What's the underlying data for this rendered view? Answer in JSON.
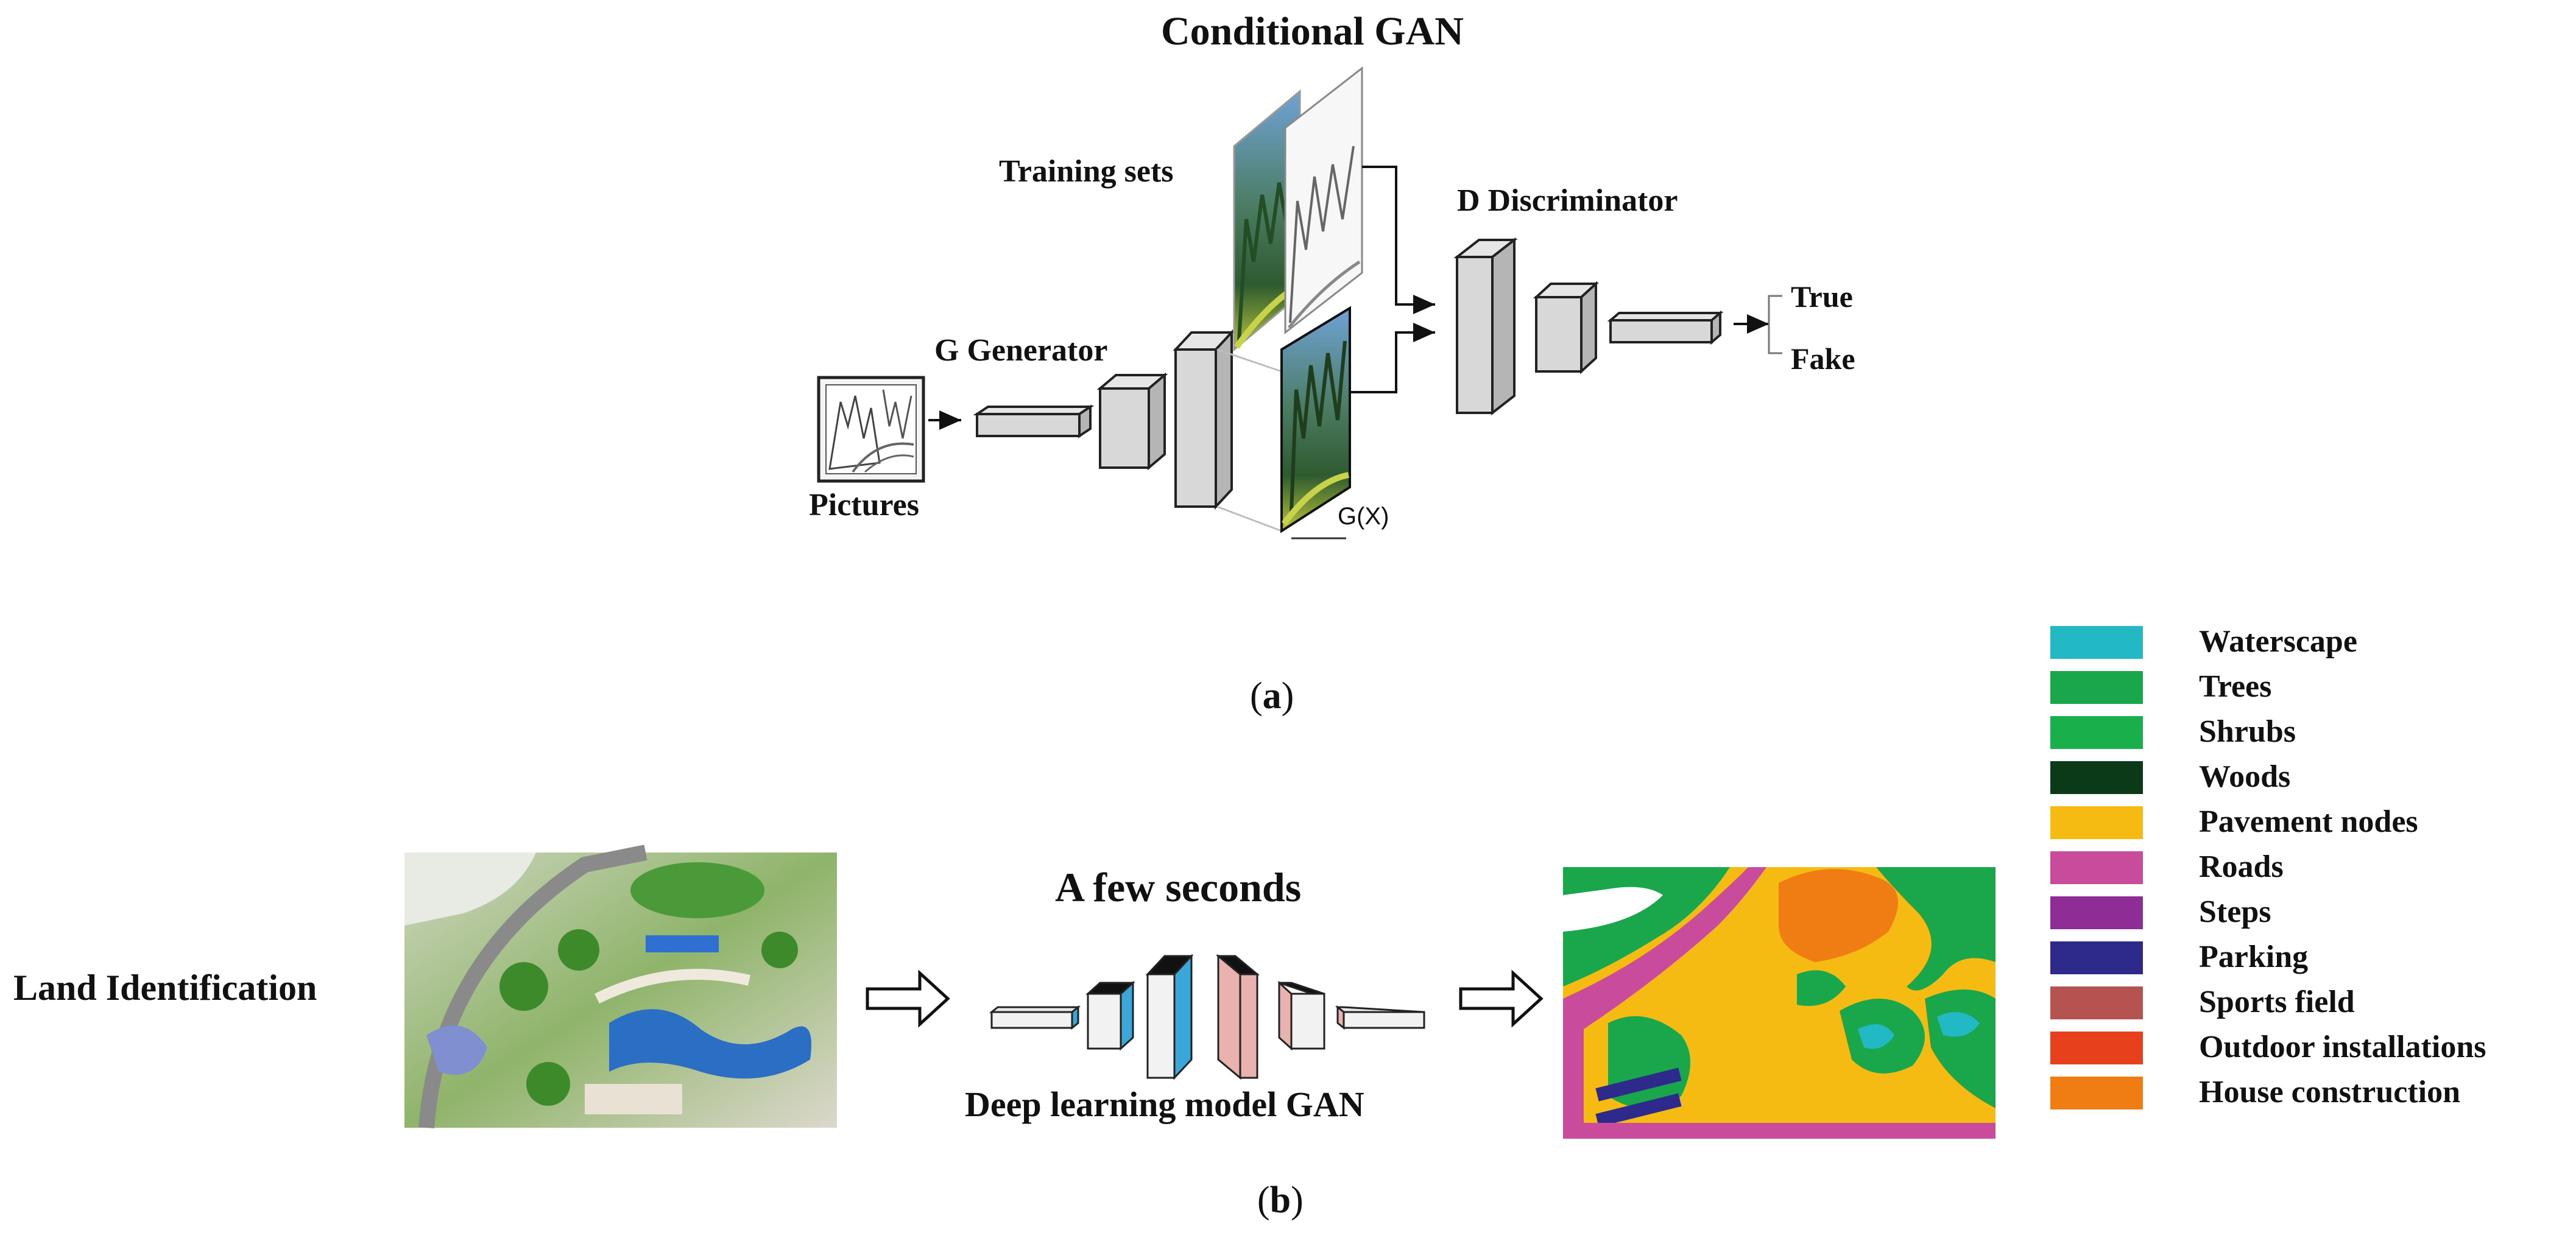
{
  "panel_a": {
    "title": "Conditional GAN",
    "training_sets": "Training sets",
    "discriminator": "D Discriminator",
    "generator": "G Generator",
    "pictures": "Pictures",
    "gx": "G(X)",
    "output_true": "True",
    "output_fake": "Fake",
    "caption_open": "(",
    "caption_letter": "a",
    "caption_close": ")"
  },
  "panel_b": {
    "land_identification": "Land Identification",
    "few_seconds": "A few seconds",
    "model": "Deep learning model GAN",
    "caption_open": "(",
    "caption_letter": "b",
    "caption_close": ")"
  },
  "legend": [
    {
      "label": "Waterscape",
      "color": "#22b8c4"
    },
    {
      "label": "Trees",
      "color": "#1aa64b"
    },
    {
      "label": "Shrubs",
      "color": "#19b04c"
    },
    {
      "label": "Woods",
      "color": "#0a3a17"
    },
    {
      "label": "Pavement nodes",
      "color": "#f6bb12"
    },
    {
      "label": "Roads",
      "color": "#c94b9b"
    },
    {
      "label": "Steps",
      "color": "#8e2d96"
    },
    {
      "label": "Parking",
      "color": "#2d2a8c"
    },
    {
      "label": "Sports field",
      "color": "#b45350"
    },
    {
      "label": "Outdoor installations",
      "color": "#e6401d"
    },
    {
      "label": "House construction",
      "color": "#ef7d13"
    }
  ]
}
